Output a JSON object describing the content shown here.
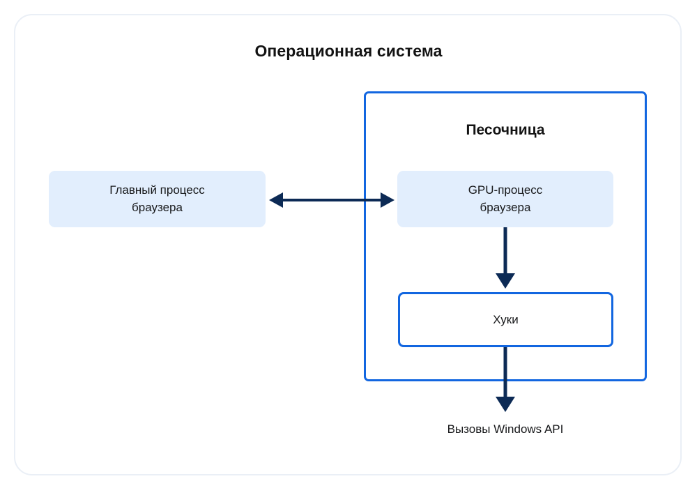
{
  "diagram": {
    "type": "block-diagram",
    "language": "ru",
    "outer_container": {
      "label": "Операционная система",
      "border_color": "#eaeff6",
      "background": "#ffffff"
    },
    "sandbox": {
      "label": "Песочница",
      "border_color": "#1266e0"
    },
    "nodes": [
      {
        "id": "main-process",
        "label_line1": "Главный процесс",
        "label_line2": "браузера",
        "style": "filled",
        "fill": "#e2eefd"
      },
      {
        "id": "gpu-process",
        "label_line1": "GPU-процесс",
        "label_line2": "браузера",
        "style": "filled",
        "fill": "#e2eefd"
      },
      {
        "id": "hooks",
        "label": "Хуки",
        "style": "outlined",
        "border": "#1266e0",
        "fill": "#ffffff"
      }
    ],
    "bottom_label": "Вызовы Windows API",
    "edges": [
      {
        "id": "main-gpu",
        "from": "main-process",
        "to": "gpu-process",
        "direction": "bidirectional",
        "color": "#0c2a55"
      },
      {
        "id": "gpu-hooks",
        "from": "gpu-process",
        "to": "hooks",
        "direction": "down",
        "color": "#0c2a55"
      },
      {
        "id": "hooks-api",
        "from": "hooks",
        "to": "bottom_label",
        "direction": "down",
        "color": "#0c2a55"
      }
    ],
    "colors": {
      "accent_blue": "#1266e0",
      "box_fill": "#e2eefd",
      "arrow_navy": "#0c2a55",
      "text_dark": "#17181a",
      "container_border": "#eaeff6"
    }
  }
}
